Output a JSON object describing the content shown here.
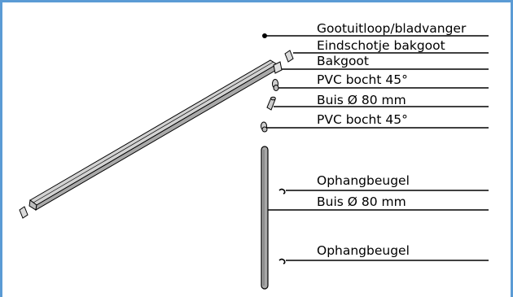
{
  "diagram": {
    "labels": {
      "gootuitloop": "Gootuitloop/bladvanger",
      "eindschotje": "Eindschotje bakgoot",
      "bakgoot": "Bakgoot",
      "pvc_bocht_1": "PVC bocht 45°",
      "buis_1": "Buis Ø 80 mm",
      "pvc_bocht_2": "PVC bocht 45°",
      "ophangbeugel_1": "Ophangbeugel",
      "buis_2": "Buis Ø 80 mm",
      "ophangbeugel_2": "Ophangbeugel"
    },
    "colors": {
      "frame": "#5b9bd5",
      "part_fill": "#c8c8c8",
      "line": "#000000"
    }
  }
}
